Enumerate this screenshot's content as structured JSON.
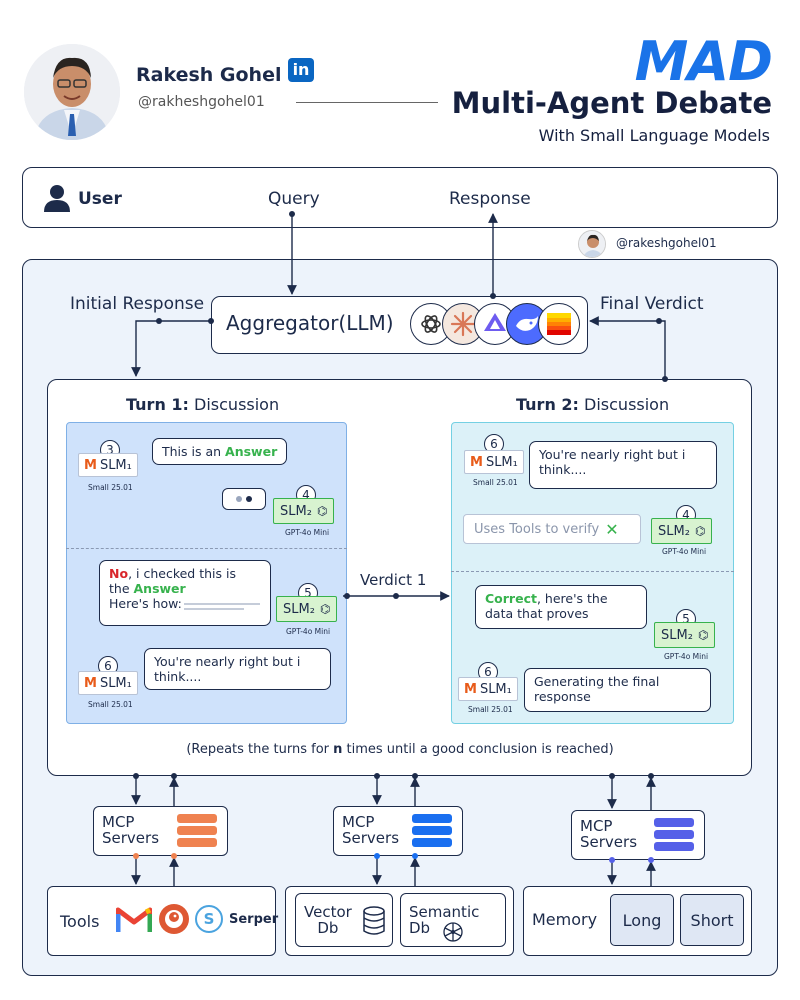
{
  "header": {
    "author_name": "Rakesh Gohel",
    "linkedin_label": "in",
    "handle": "@rakheshgohel01",
    "acronym": "MAD",
    "title": "Multi-Agent Debate",
    "subtitle": "With Small Language Models",
    "stamp_handle": "@rakeshgohel01"
  },
  "user": {
    "label": "User",
    "query_label": "Query",
    "response_label": "Response"
  },
  "aggregator": {
    "label": "Aggregator(LLM)",
    "initial_label": "Initial Response",
    "final_label": "Final Verdict",
    "model_icons": [
      "openai-icon",
      "claude-icon",
      "qwen-icon",
      "deepseek-icon",
      "mistral-icon"
    ]
  },
  "turn1": {
    "title_bold": "Turn 1:",
    "title_rest": " Discussion",
    "msg1": {
      "num": "3",
      "model": "SLM₁",
      "caption": "Small 25.01",
      "text_a": "This is an ",
      "text_b": "Answer"
    },
    "msg2": {
      "num": "4",
      "model": "SLM₂",
      "caption": "GPT-4o Mini"
    },
    "msg3": {
      "num": "5",
      "model": "SLM₂",
      "caption": "GPT-4o Mini",
      "no": "No",
      "line1": ", i checked this is",
      "line2": "the ",
      "answer": "Answer",
      "line3": "Here's how:"
    },
    "msg4": {
      "num": "6",
      "model": "SLM₁",
      "caption": "Small 25.01",
      "text": "You're nearly right but i think...."
    }
  },
  "verdict_label": "Verdict 1",
  "turn2": {
    "title_bold": "Turn 2:",
    "title_rest": " Discussion",
    "msg1": {
      "num": "6",
      "model": "SLM₁",
      "caption": "Small 25.01",
      "text": "You're nearly right but i think...."
    },
    "msg2": {
      "num": "4",
      "model": "SLM₂",
      "caption": "GPT-4o Mini",
      "text": "Uses Tools to verify"
    },
    "msg3": {
      "num": "5",
      "model": "SLM₂",
      "caption": "GPT-4o Mini",
      "correct": "Correct",
      "line1": ", here's the",
      "line2": "data that proves"
    },
    "msg4": {
      "num": "6",
      "model": "SLM₁",
      "caption": "Small 25.01",
      "text": "Generating the final response"
    }
  },
  "repeat": {
    "before": "(Repeats the turns for ",
    "n": "n",
    "after": " times until a good conclusion is reached)"
  },
  "mcp": [
    {
      "label": "MCP\nServers",
      "color": "#ef8250"
    },
    {
      "label": "MCP\nServers",
      "color": "#1a6ff0"
    },
    {
      "label": "MCP\nServers",
      "color": "#5560e8"
    }
  ],
  "tools": {
    "label": "Tools",
    "serper": "Serper",
    "icons": [
      "gmail-icon",
      "duckduckgo-icon",
      "serper-icon"
    ]
  },
  "storage": {
    "vector": "Vector\nDb",
    "semantic": "Semantic\nDb"
  },
  "memory": {
    "label": "Memory",
    "long": "Long",
    "short": "Short"
  }
}
